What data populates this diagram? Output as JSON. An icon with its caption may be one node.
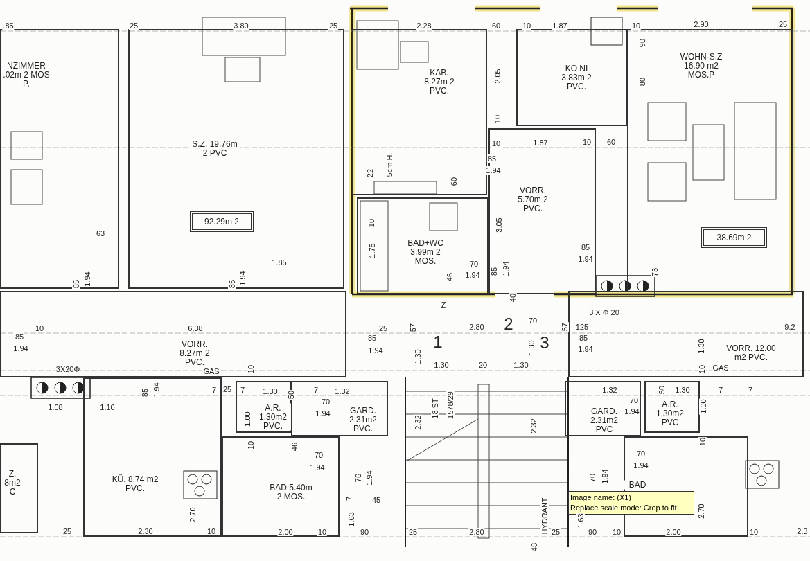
{
  "diagram": {
    "nodes": [
      {
        "text": [
          "NZIMMER .02m 2 MOS P."
        ]
      },
      {
        "text": [
          "S.Z. 19.76m 2 PVC"
        ]
      },
      {
        "text": [
          "92.29m 2"
        ],
        "in": 1
      },
      {
        "text": [
          "KAB. 8.27m 2 PVC."
        ]
      },
      {
        "text": [
          "KO NI 3.83m 2 PVC."
        ]
      },
      {
        "text": [
          "WOHN-S.Z 16.90 m2 MOS.P"
        ]
      },
      {
        "text": [
          "38.69m 2"
        ],
        "in": 5
      },
      {
        "text": [
          "VORR. 5.70m 2 PVC."
        ]
      },
      {
        "text": [
          "BAD+WC 3.99m 2 MOS."
        ]
      },
      {
        "text": [
          "Z. 8m2 C"
        ]
      },
      {
        "text": [
          "VORR. 8.27m 2 PVC."
        ]
      },
      {
        "text": [
          "KÜ. 8.74 m2 PVC."
        ]
      },
      {
        "text": [
          "A.R. 1.30m2 PVC."
        ]
      },
      {
        "text": [
          "GARD. 2.31m2 PVC."
        ]
      },
      {
        "text": [
          "BAD 5.40m 2 MOS."
        ]
      },
      {
        "text": [
          "VORR. 12.00 m2 PVC."
        ]
      },
      {
        "text": [
          "GARD. 2.31m2 PVC"
        ]
      },
      {
        "text": [
          "A.R. 1.30m2 PVC"
        ]
      },
      {
        "text": [
          "BAD"
        ]
      },
      {
        "text": [
          "Image name: (X1)",
          "Replace scale mode: Crop to fit"
        ]
      }
    ],
    "labels": [
      ".85",
      "25",
      "3 80",
      "25",
      "2.28",
      "60",
      "10",
      "1.87",
      "10",
      "2.90",
      "25",
      "90",
      "2.05",
      "80",
      "10",
      "10",
      "1.87",
      "10",
      "60",
      "85",
      "1.94",
      "22",
      "5cm H.",
      "60",
      "10",
      "3.05",
      "63",
      "85",
      "1.94",
      "1.75",
      "1.85",
      "70",
      "1.94",
      "46",
      "85",
      "1.94",
      "85",
      "1.94",
      "85",
      "1.94",
      "73",
      "40",
      "Z",
      "3 X Φ 20",
      "10",
      "6.38",
      "25",
      "57",
      "2.80",
      "2",
      "70",
      "57",
      "125",
      "9.2",
      "85",
      "85",
      "1",
      "3",
      "85",
      "1.94",
      "1.94",
      "1.94",
      "1.30",
      "1.30",
      "1.30",
      "1.30",
      "20",
      "1.30",
      "3X20Φ",
      "GAS",
      "10",
      "GAS",
      "10",
      "7",
      "25",
      "7",
      "1.30",
      "50",
      "7",
      "1.32",
      "1.32",
      "50",
      "1.30",
      "7",
      "7",
      "85",
      "1.94",
      "70",
      "70",
      "1.08",
      "1.10",
      "18 ST",
      "1578/29",
      "1.00",
      "1.94",
      "1.94",
      "1.00",
      "2.32",
      "2.32",
      "10",
      "10",
      "46",
      "70",
      "70",
      "1.94",
      "1.94",
      "76",
      "1.94",
      "70",
      "1.94",
      "7",
      "45",
      "2.70",
      "2.70",
      "1.63",
      "HYDRANT",
      "1.63",
      "25",
      "2.30",
      "10",
      "2.00",
      "10",
      "90",
      "25",
      "2.80",
      "25",
      "90",
      "10",
      "2.00",
      "10",
      "2.3",
      "48"
    ]
  }
}
